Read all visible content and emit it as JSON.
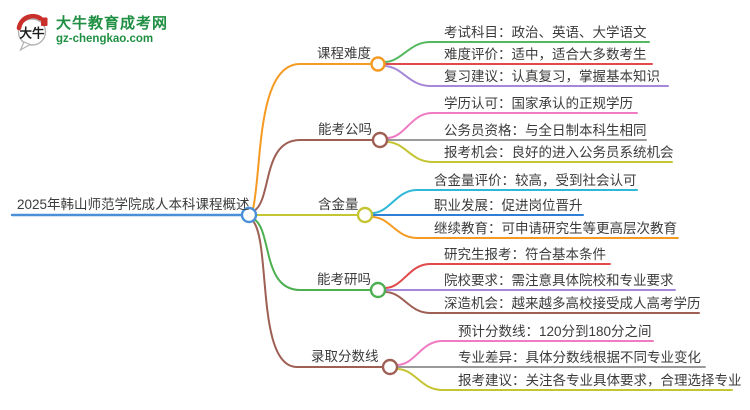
{
  "logo": {
    "icon_text": "大牛",
    "site_name": "大牛教育成考网",
    "site_domain": "gz-chengkao.com",
    "brand_green": "#1f8f43",
    "seal_red": "#c9302c",
    "bubble_stroke": "#b3b3b3"
  },
  "root": {
    "label": "2025年韩山师范学院成人本科课程概述",
    "color": "#4a90d9"
  },
  "branches": [
    {
      "label": "课程难度",
      "color": "#f59a23",
      "leaves": [
        {
          "label": "考试科目：政治、英语、大学语文",
          "color": "#55b85f"
        },
        {
          "label": "难度评价：适中，适合大多数考生",
          "color": "#e04a4a"
        },
        {
          "label": "复习建议：认真复习，掌握基本知识",
          "color": "#a687d8"
        }
      ]
    },
    {
      "label": "能考公吗",
      "color": "#9e5f55",
      "leaves": [
        {
          "label": "学历认可：国家承认的正规学历",
          "color": "#ef7bc3"
        },
        {
          "label": "公务员资格：与全日制本科生相同",
          "color": "#9a9a9a"
        },
        {
          "label": "报考机会：良好的进入公务员系统机会",
          "color": "#c5c433"
        }
      ]
    },
    {
      "label": "含金量",
      "color": "#c5c433",
      "leaves": [
        {
          "label": "含金量评价：较高，受到社会认可",
          "color": "#2fb8d8"
        },
        {
          "label": "职业发展：促进岗位晋升",
          "color": "#2f7fd6"
        },
        {
          "label": "继续教育：可申请研究生等更高层次教育",
          "color": "#f59a23"
        }
      ]
    },
    {
      "label": "能考研吗",
      "color": "#4caf50",
      "leaves": [
        {
          "label": "研究生报考：符合基本条件",
          "color": "#e04a4a"
        },
        {
          "label": "院校要求：需注意具体院校和专业要求",
          "color": "#a687d8"
        },
        {
          "label": "深造机会：越来越多高校接受成人高考学历",
          "color": "#9e5f55"
        }
      ]
    },
    {
      "label": "录取分数线",
      "color": "#9e5f55",
      "leaves": [
        {
          "label": "预计分数线：120分到180分之间",
          "color": "#ef7bc3"
        },
        {
          "label": "专业差异：具体分数线根据不同专业变化",
          "color": "#9a9a9a"
        },
        {
          "label": "报考建议：关注各专业具体要求，合理选择专业",
          "color": "#c5c433"
        }
      ]
    }
  ]
}
